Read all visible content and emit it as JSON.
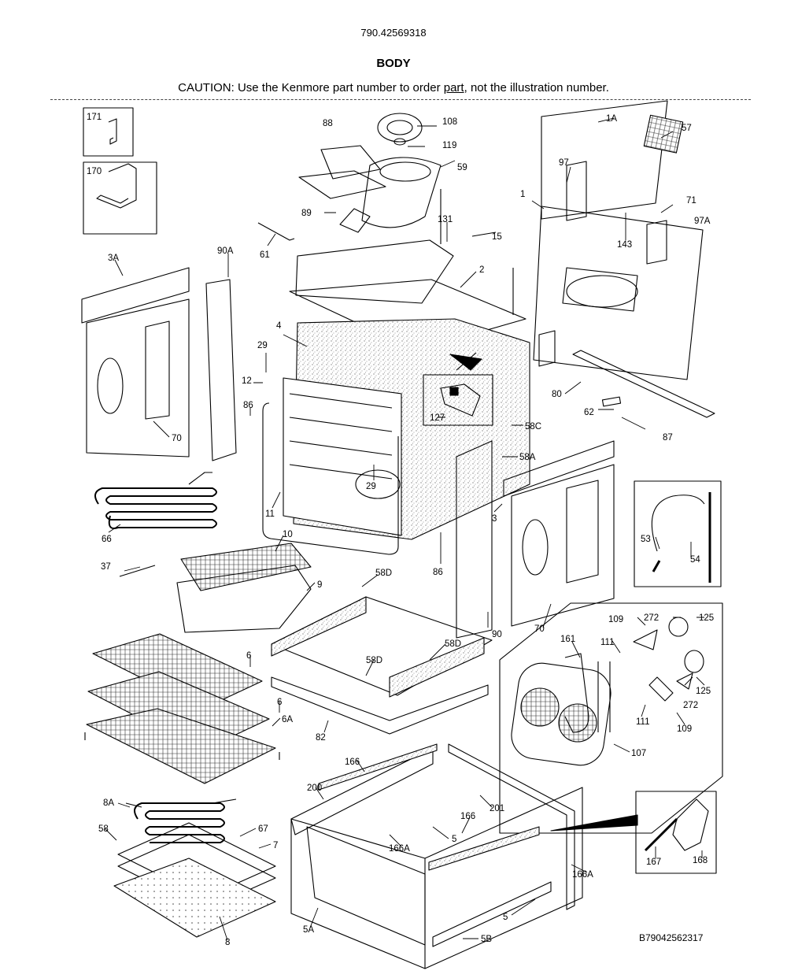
{
  "header": {
    "model": "790.42569318",
    "title": "BODY",
    "caution_prefix": "CAUTION: Use the Kenmore part number to order ",
    "caution_underlined": "part",
    "caution_suffix": ", not the illustration number."
  },
  "footer": {
    "code": "B79042562317"
  },
  "callouts": [
    {
      "id": "l171",
      "text": "171"
    },
    {
      "id": "l170",
      "text": "170"
    },
    {
      "id": "l88",
      "text": "88"
    },
    {
      "id": "l108",
      "text": "108"
    },
    {
      "id": "l119",
      "text": "119"
    },
    {
      "id": "l59",
      "text": "59"
    },
    {
      "id": "l1A",
      "text": "1A"
    },
    {
      "id": "l57",
      "text": "57"
    },
    {
      "id": "l97",
      "text": "97"
    },
    {
      "id": "l1",
      "text": "1"
    },
    {
      "id": "l71",
      "text": "71"
    },
    {
      "id": "l97A",
      "text": "97A"
    },
    {
      "id": "l143",
      "text": "143"
    },
    {
      "id": "l89",
      "text": "89"
    },
    {
      "id": "l131",
      "text": "131"
    },
    {
      "id": "l15",
      "text": "15"
    },
    {
      "id": "l61",
      "text": "61"
    },
    {
      "id": "l3A",
      "text": "3A"
    },
    {
      "id": "l90A",
      "text": "90A"
    },
    {
      "id": "l2",
      "text": "2"
    },
    {
      "id": "l4",
      "text": "4"
    },
    {
      "id": "l29a",
      "text": "29"
    },
    {
      "id": "l12",
      "text": "12"
    },
    {
      "id": "l86a",
      "text": "86"
    },
    {
      "id": "l70a",
      "text": "70"
    },
    {
      "id": "l127",
      "text": "127"
    },
    {
      "id": "l58C",
      "text": "58C"
    },
    {
      "id": "l58A",
      "text": "58A"
    },
    {
      "id": "l80",
      "text": "80"
    },
    {
      "id": "l62",
      "text": "62"
    },
    {
      "id": "l87",
      "text": "87"
    },
    {
      "id": "l29b",
      "text": "29"
    },
    {
      "id": "l3",
      "text": "3"
    },
    {
      "id": "l11",
      "text": "11"
    },
    {
      "id": "l66",
      "text": "66"
    },
    {
      "id": "l10",
      "text": "10"
    },
    {
      "id": "l37",
      "text": "37"
    },
    {
      "id": "l9",
      "text": "9"
    },
    {
      "id": "l86b",
      "text": "86"
    },
    {
      "id": "l58Da",
      "text": "58D"
    },
    {
      "id": "l53",
      "text": "53"
    },
    {
      "id": "l54",
      "text": "54"
    },
    {
      "id": "l90",
      "text": "90"
    },
    {
      "id": "l70b",
      "text": "70"
    },
    {
      "id": "l109a",
      "text": "109"
    },
    {
      "id": "l272a",
      "text": "272"
    },
    {
      "id": "l125a",
      "text": "125"
    },
    {
      "id": "l161",
      "text": "161"
    },
    {
      "id": "l111a",
      "text": "111"
    },
    {
      "id": "l272b",
      "text": "272"
    },
    {
      "id": "l125b",
      "text": "125"
    },
    {
      "id": "l111b",
      "text": "111"
    },
    {
      "id": "l109b",
      "text": "109"
    },
    {
      "id": "l107",
      "text": "107"
    },
    {
      "id": "l6a",
      "text": "6"
    },
    {
      "id": "l58Db",
      "text": "58D"
    },
    {
      "id": "l58Dc",
      "text": "58D"
    },
    {
      "id": "l6b",
      "text": "6"
    },
    {
      "id": "l6A",
      "text": "6A"
    },
    {
      "id": "l82",
      "text": "82"
    },
    {
      "id": "l166a",
      "text": "166"
    },
    {
      "id": "l200",
      "text": "200"
    },
    {
      "id": "l201",
      "text": "201"
    },
    {
      "id": "l8A",
      "text": "8A"
    },
    {
      "id": "l67",
      "text": "67"
    },
    {
      "id": "l58",
      "text": "58"
    },
    {
      "id": "l7",
      "text": "7"
    },
    {
      "id": "l166Aa",
      "text": "166A"
    },
    {
      "id": "l5a",
      "text": "5"
    },
    {
      "id": "l166b",
      "text": "166"
    },
    {
      "id": "l167",
      "text": "167"
    },
    {
      "id": "l168",
      "text": "168"
    },
    {
      "id": "l166Ab",
      "text": "166A"
    },
    {
      "id": "l5b",
      "text": "5"
    },
    {
      "id": "l8",
      "text": "8"
    },
    {
      "id": "l5A",
      "text": "5A"
    },
    {
      "id": "l5B",
      "text": "5B"
    }
  ]
}
